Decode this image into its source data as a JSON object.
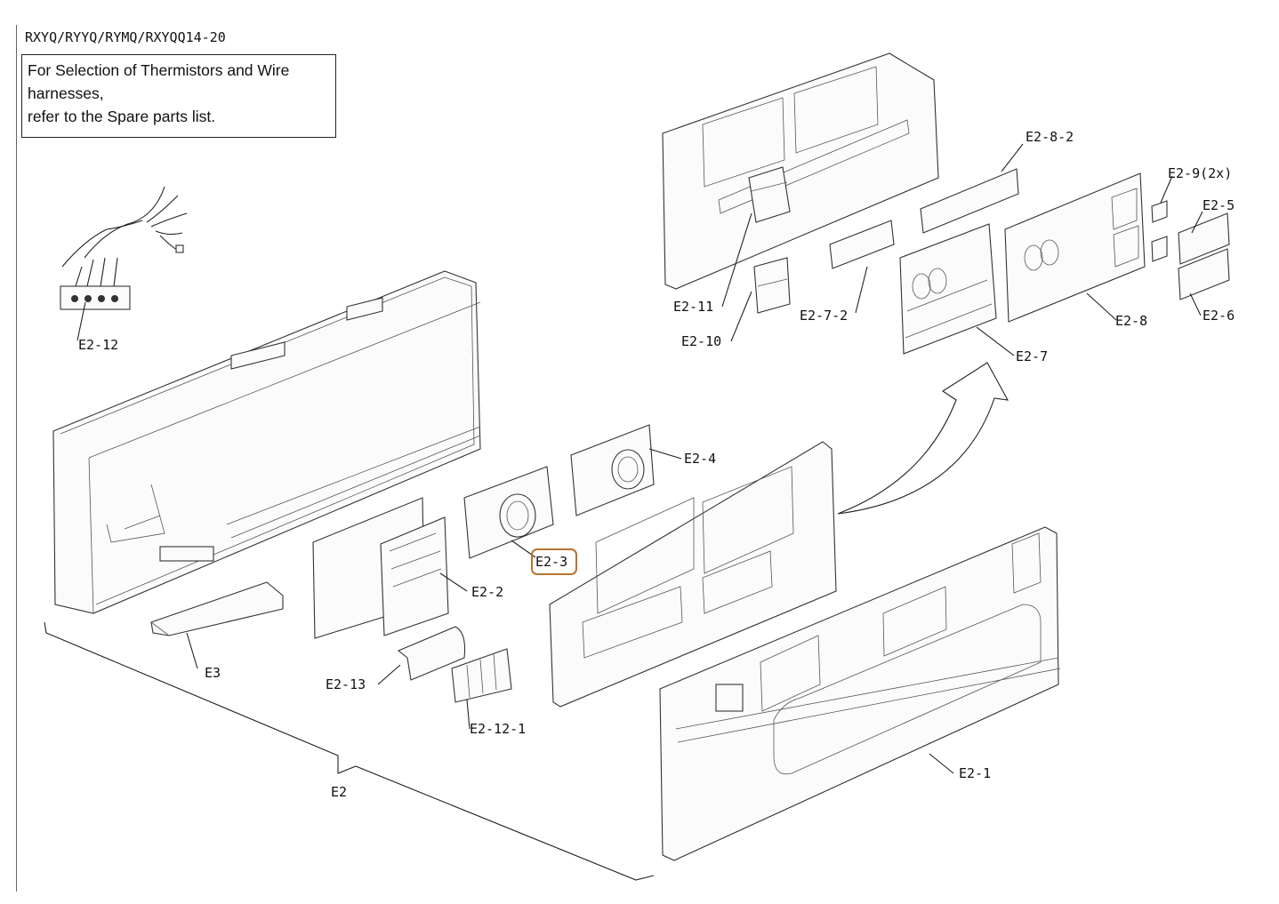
{
  "header": {
    "model_title": "RXYQ/RYYQ/RYMQ/RXYQQ14-20",
    "note_lines": [
      "For Selection of Thermistors and Wire",
      "harnesses,",
      "refer to the Spare parts list."
    ]
  },
  "labels": {
    "e2_8_2": "E2-8-2",
    "e2_9": "E2-9(2x)",
    "e2_5": "E2-5",
    "e2_6": "E2-6",
    "e2_8": "E2-8",
    "e2_7": "E2-7",
    "e2_7_2": "E2-7-2",
    "e2_11": "E2-11",
    "e2_10": "E2-10",
    "e2_12": "E2-12",
    "e2_4": "E2-4",
    "e2_3": "E2-3",
    "e2_2": "E2-2",
    "e3": "E3",
    "e2_13": "E2-13",
    "e2_12_1": "E2-12-1",
    "e2_1": "E2-1",
    "e2": "E2"
  },
  "highlight": {
    "part": "E2-3",
    "color": "#b8732e"
  }
}
